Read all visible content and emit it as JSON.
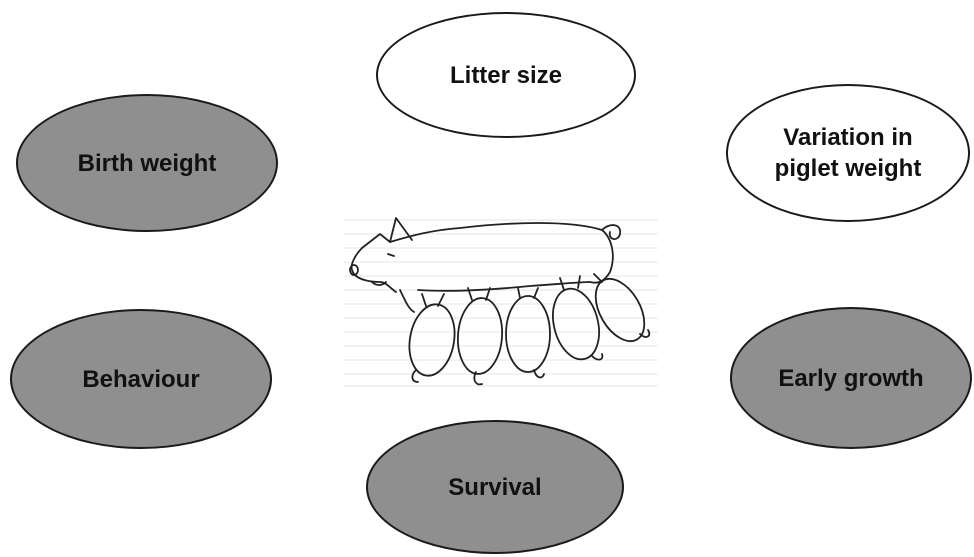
{
  "colors": {
    "filled_node": "#8f8f8f",
    "empty_node": "#ffffff",
    "outline": "#1a1a1a",
    "text": "#111111"
  },
  "nodes": {
    "litter_size": {
      "label": "Litter size",
      "fill": "empty"
    },
    "birth_weight": {
      "label": "Birth weight",
      "fill": "filled"
    },
    "variation": {
      "label": "Variation in\npiglet weight",
      "fill": "empty"
    },
    "behaviour": {
      "label": "Behaviour",
      "fill": "filled"
    },
    "early_growth": {
      "label": "Early growth",
      "fill": "filled"
    },
    "survival": {
      "label": "Survival",
      "fill": "filled"
    }
  },
  "center_image": {
    "icon": "sow-nursing-piglets-sketch"
  }
}
